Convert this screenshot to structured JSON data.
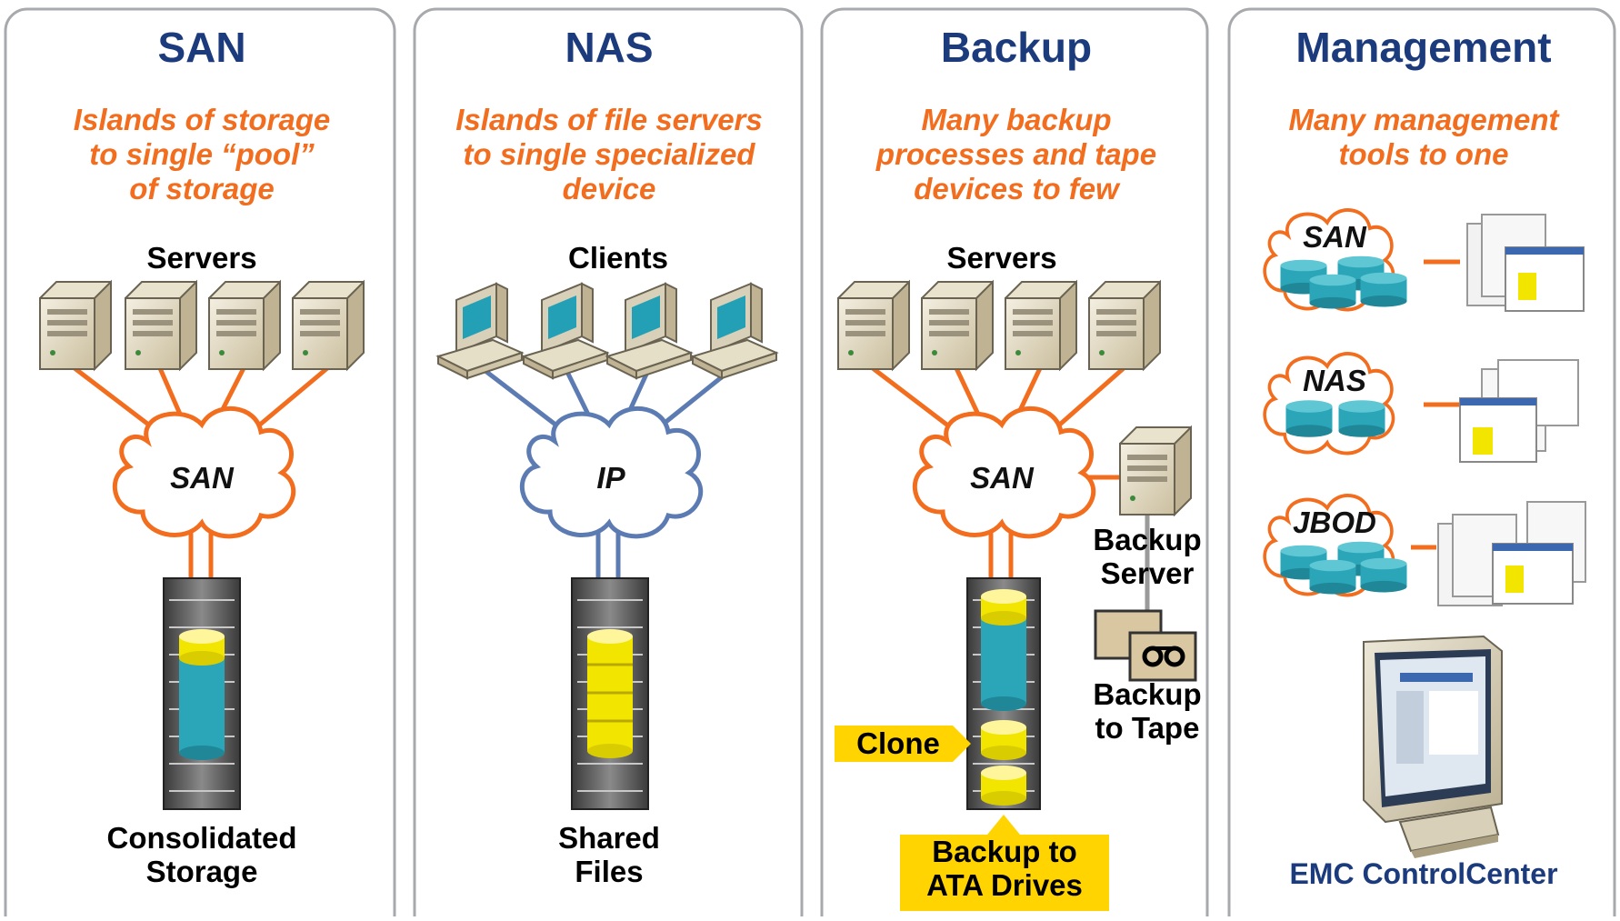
{
  "panels": [
    {
      "title": "SAN",
      "subtitle": [
        "Islands of storage",
        "to single “pool”",
        "of storage"
      ],
      "top_label": "Servers",
      "cloud_label": "SAN",
      "bottom_label": [
        "Consolidated",
        "Storage"
      ]
    },
    {
      "title": "NAS",
      "subtitle": [
        "Islands of file servers",
        "to single specialized",
        "device"
      ],
      "top_label": "Clients",
      "cloud_label": "IP",
      "bottom_label": [
        "Shared",
        "Files"
      ]
    },
    {
      "title": "Backup",
      "subtitle": [
        "Many backup",
        "processes and tape",
        "devices to few"
      ],
      "top_label": "Servers",
      "cloud_label": "SAN",
      "backup_server_label": [
        "Backup",
        "Server"
      ],
      "backup_tape_label": [
        "Backup",
        "to Tape"
      ],
      "clone_label": "Clone",
      "ata_label": [
        "Backup to",
        "ATA Drives"
      ]
    },
    {
      "title": "Management",
      "subtitle": [
        "Many management",
        "tools to one"
      ],
      "clouds": [
        "SAN",
        "NAS",
        "JBOD"
      ],
      "product_label": "EMC ControlCenter"
    }
  ],
  "colors": {
    "title": "#1b3b7c",
    "subtitle": "#f26d1e",
    "san_link": "#f26d1e",
    "ip_link": "#5b7bb2",
    "callout": "#ffd400",
    "disk_teal": "#2aa6b8",
    "disk_yellow": "#f2e600"
  }
}
